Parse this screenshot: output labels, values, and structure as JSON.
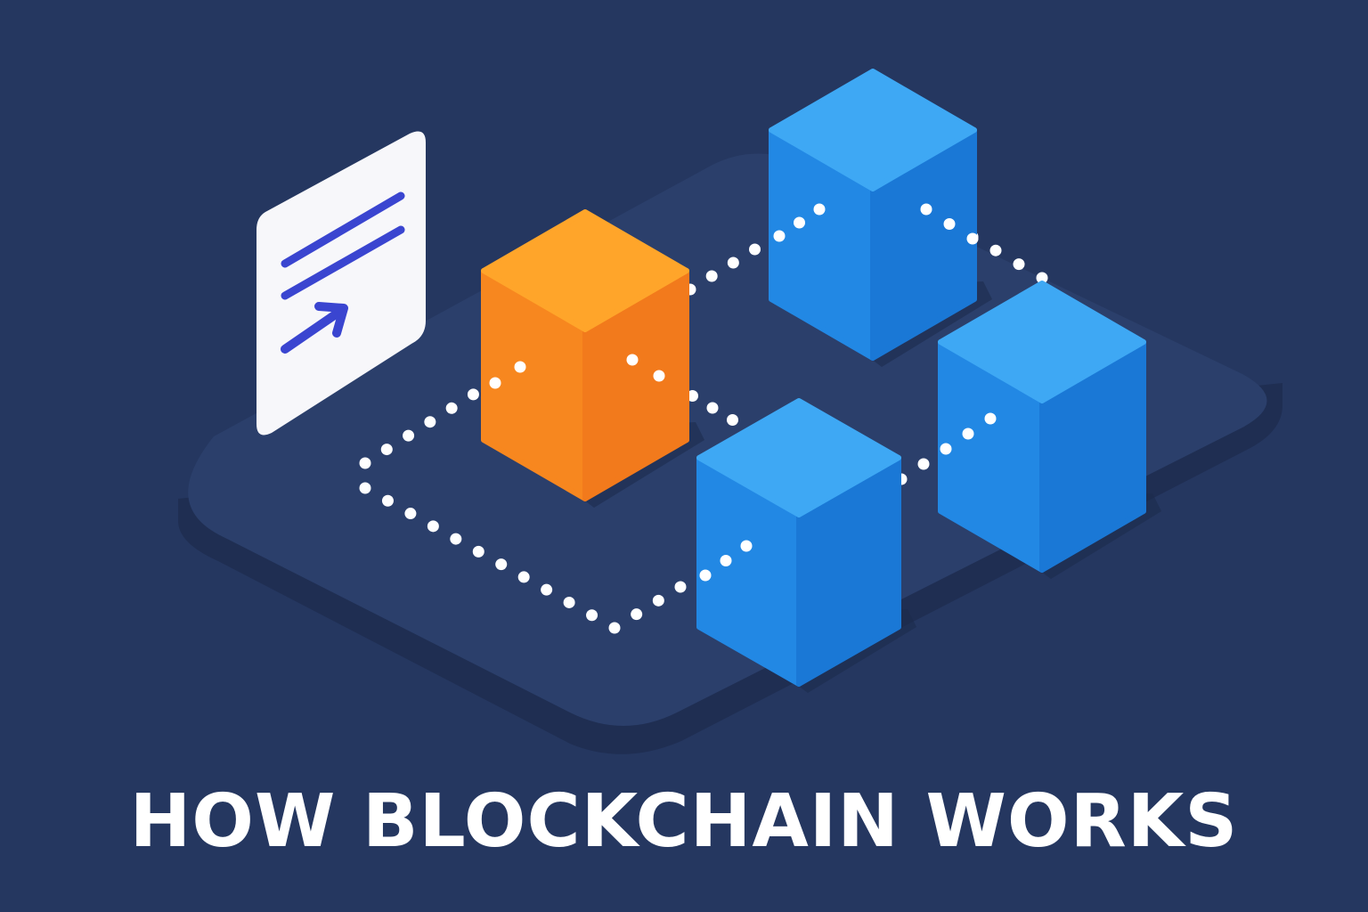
{
  "title": "HOW BLOCKCHAIN WORKS",
  "colors": {
    "background": "#253760",
    "platform_top": "#2b3f6b",
    "platform_side": "#1f2e52",
    "orange_block_top": "#ffa52a",
    "orange_block_left": "#f7871f",
    "orange_block_right": "#f27a1c",
    "blue_block_top": "#3ea8f4",
    "blue_block_left": "#2288e4",
    "blue_block_right": "#1a78d6",
    "dots": "#ffffff",
    "document": "#f7f7fa",
    "document_ink": "#3a45d0"
  },
  "blocks": [
    {
      "id": "origin",
      "color": "orange"
    },
    {
      "id": "block-top",
      "color": "blue"
    },
    {
      "id": "block-right",
      "color": "blue"
    },
    {
      "id": "block-bottom",
      "color": "blue"
    }
  ],
  "icons": [
    "document-icon",
    "arrow-icon"
  ]
}
